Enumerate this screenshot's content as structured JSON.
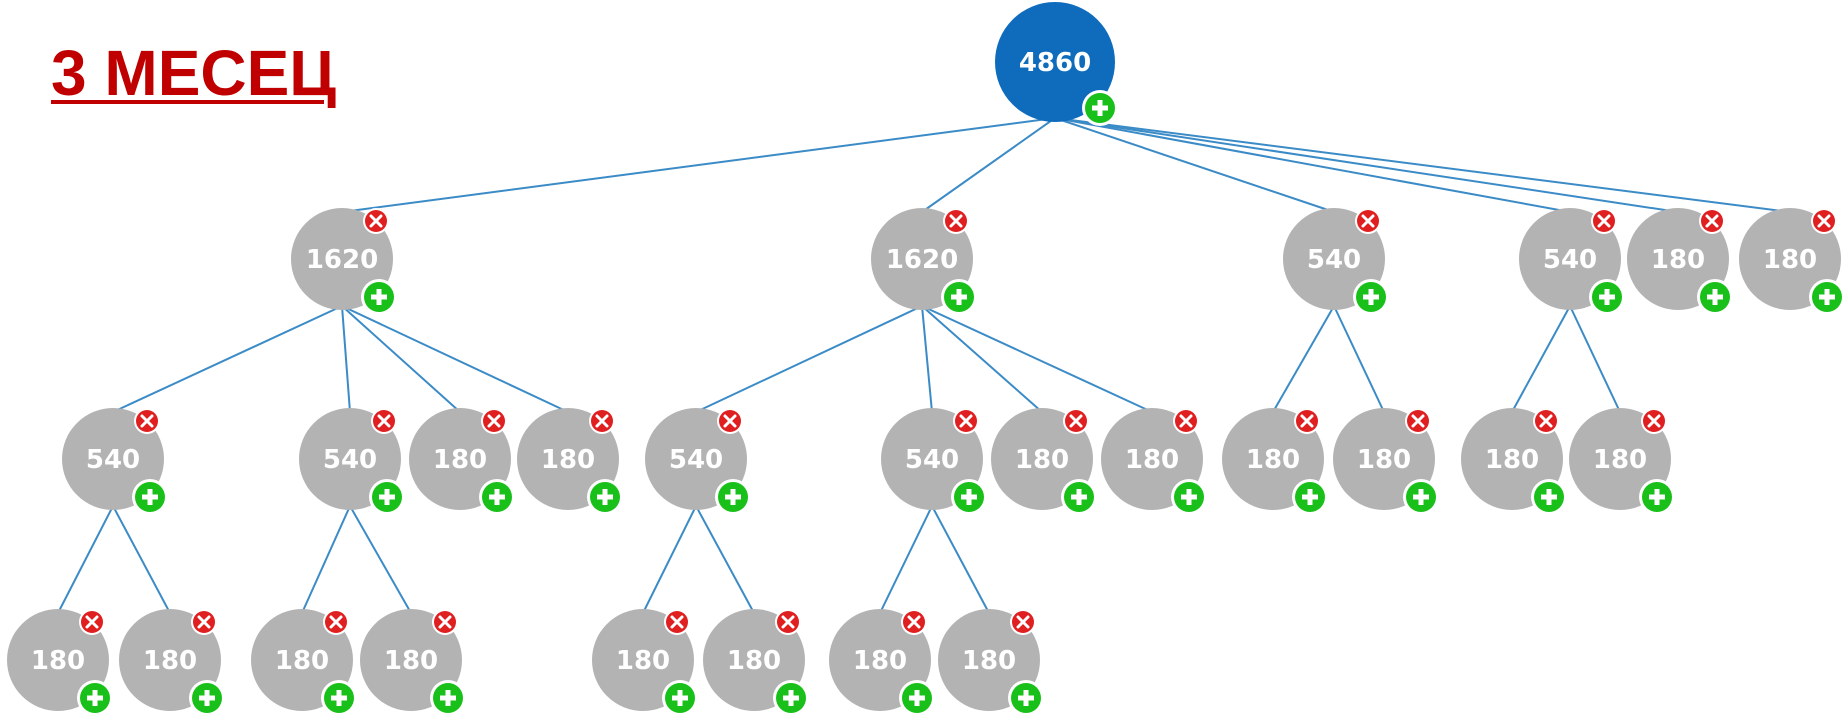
{
  "title": "3 МЕСЕЦ",
  "colors": {
    "title": "#c00000",
    "root_node": "#0f6cbd",
    "node": "#b3b3b3",
    "edge": "#3b8bc7",
    "add_button": "#19c019",
    "remove_button": "#e02020"
  },
  "icons": {
    "add": "plus-icon",
    "remove": "close-icon"
  },
  "tree": {
    "value": "4860",
    "root": true,
    "children": [
      {
        "value": "1620",
        "children": [
          {
            "value": "540",
            "children": [
              {
                "value": "180"
              },
              {
                "value": "180"
              }
            ]
          },
          {
            "value": "540",
            "children": [
              {
                "value": "180"
              },
              {
                "value": "180"
              }
            ]
          },
          {
            "value": "180"
          },
          {
            "value": "180"
          }
        ]
      },
      {
        "value": "1620",
        "children": [
          {
            "value": "540",
            "children": [
              {
                "value": "180"
              },
              {
                "value": "180"
              }
            ]
          },
          {
            "value": "540",
            "children": [
              {
                "value": "180"
              },
              {
                "value": "180"
              }
            ]
          },
          {
            "value": "180"
          },
          {
            "value": "180"
          }
        ]
      },
      {
        "value": "540",
        "children": [
          {
            "value": "180"
          },
          {
            "value": "180"
          }
        ]
      },
      {
        "value": "540",
        "children": [
          {
            "value": "180"
          },
          {
            "value": "180"
          }
        ]
      },
      {
        "value": "180"
      },
      {
        "value": "180"
      }
    ]
  }
}
